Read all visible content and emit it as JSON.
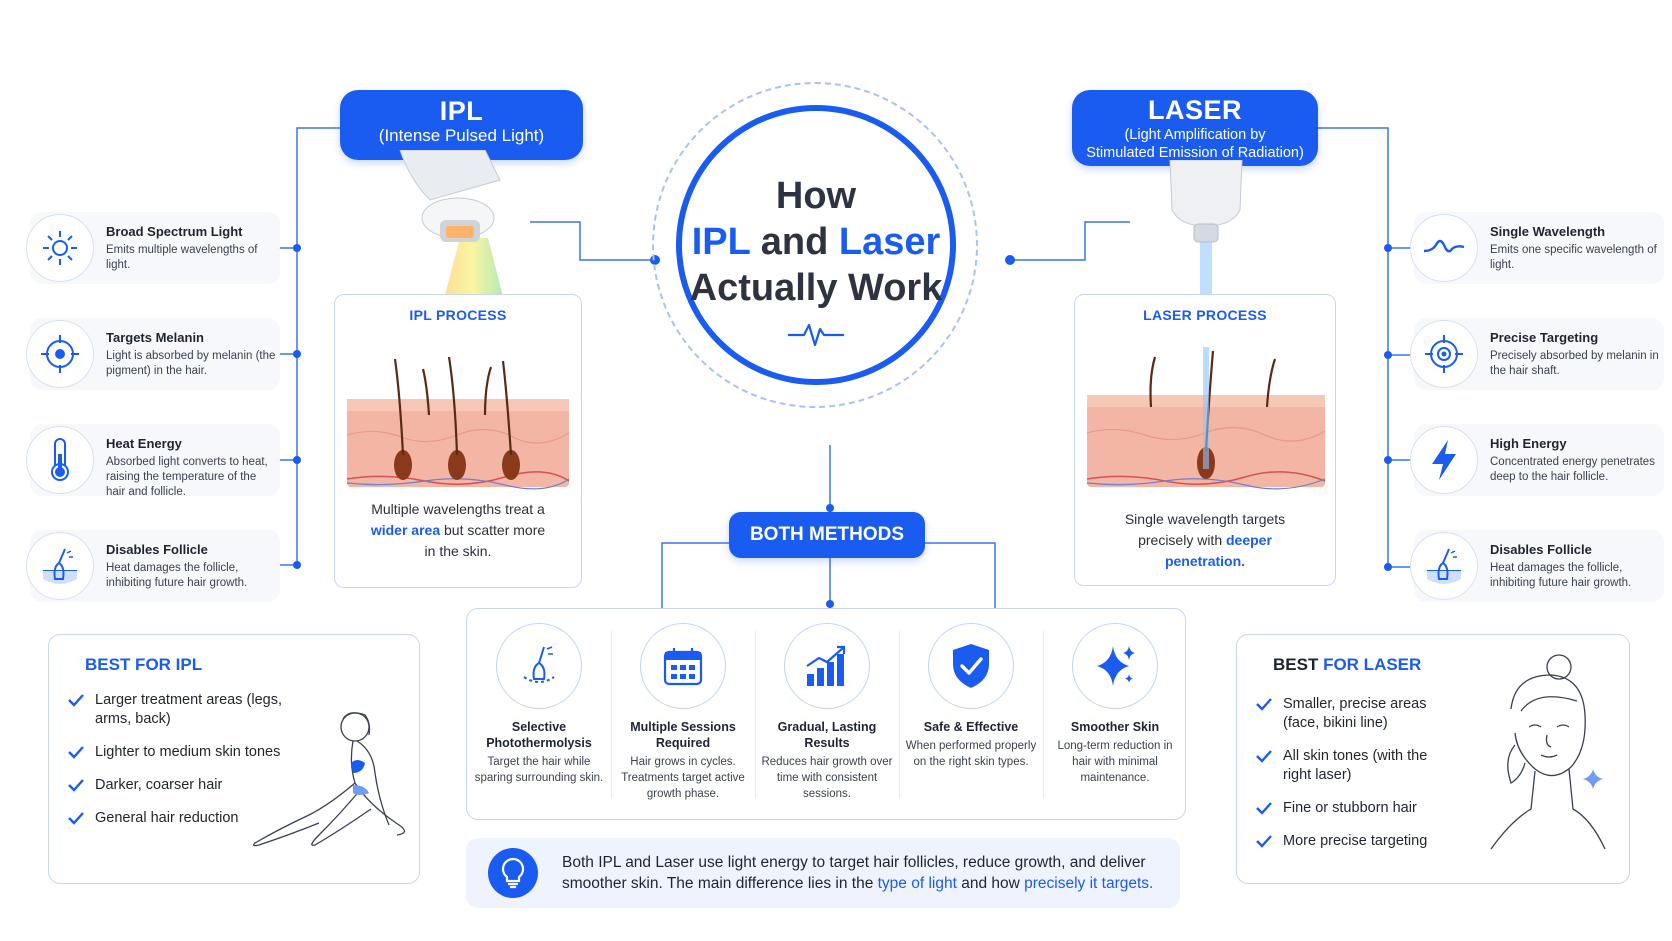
{
  "center": {
    "line1": "How",
    "line2_a": "IPL",
    "line2_b": "and",
    "line2_c": "Laser",
    "line3": "Actually Work"
  },
  "ipl": {
    "title": "IPL",
    "subtitle": "(Intense Pulsed Light)",
    "process_heading": "IPL PROCESS",
    "process_text_a": "Multiple wavelengths treat a",
    "process_text_b": "wider area",
    "process_text_c": "but scatter more",
    "process_text_d": "in the skin.",
    "features": [
      {
        "title": "Broad Spectrum Light",
        "desc": "Emits multiple wavelengths of light.",
        "icon": "sun-icon"
      },
      {
        "title": "Targets Melanin",
        "desc": "Light is absorbed by melanin (the pigment) in the hair.",
        "icon": "target-icon"
      },
      {
        "title": "Heat Energy",
        "desc": "Absorbed light converts to heat, raising the temperature of the hair and follicle.",
        "icon": "thermometer-icon"
      },
      {
        "title": "Disables Follicle",
        "desc": "Heat damages the follicle, inhibiting future hair growth.",
        "icon": "follicle-icon"
      }
    ],
    "best_heading": "BEST FOR IPL",
    "best_items": [
      "Larger treatment areas (legs, arms, back)",
      "Lighter to medium skin tones",
      "Darker, coarser hair",
      "General hair reduction"
    ]
  },
  "laser": {
    "title": "LASER",
    "subtitle_1": "(Light Amplification by",
    "subtitle_2": "Stimulated Emission of Radiation)",
    "process_heading": "LASER PROCESS",
    "process_text_a": "Single wavelength targets",
    "process_text_b": "precisely with",
    "process_text_c": "deeper",
    "process_text_d": "penetration.",
    "features": [
      {
        "title": "Single Wavelength",
        "desc": "Emits one specific wavelength of light.",
        "icon": "wave-icon"
      },
      {
        "title": "Precise Targeting",
        "desc": "Precisely absorbed by melanin in the hair shaft.",
        "icon": "crosshair-icon"
      },
      {
        "title": "High Energy",
        "desc": "Concentrated energy penetrates deep to the hair follicle.",
        "icon": "lightning-icon"
      },
      {
        "title": "Disables Follicle",
        "desc": "Heat damages the follicle, inhibiting future hair growth.",
        "icon": "follicle-icon"
      }
    ],
    "best_heading_a": "BEST",
    "best_heading_b": "FOR LASER",
    "best_items": [
      "Smaller, precise areas (face, bikini line)",
      "All skin tones (with the right laser)",
      "Fine or stubborn hair",
      "More precise targeting"
    ]
  },
  "both": {
    "label": "BOTH METHODS",
    "items": [
      {
        "title": "Selective Photothermolysis",
        "desc": "Target the hair while sparing surrounding skin.",
        "icon": "follicle-beam-icon"
      },
      {
        "title": "Multiple Sessions Required",
        "desc": "Hair grows in cycles. Treatments target active growth phase.",
        "icon": "calendar-icon"
      },
      {
        "title": "Gradual, Lasting Results",
        "desc": "Reduces hair growth over time with consistent sessions.",
        "icon": "growth-chart-icon"
      },
      {
        "title": "Safe & Effective",
        "desc": "When performed properly on the right skin types.",
        "icon": "shield-check-icon"
      },
      {
        "title": "Smoother Skin",
        "desc": "Long-term reduction in hair with minimal maintenance.",
        "icon": "sparkle-icon"
      }
    ]
  },
  "note": {
    "a": "Both IPL and Laser use light energy to target hair follicles, reduce growth, and deliver smoother skin. The main difference lies in the",
    "b": "type of light",
    "c": "and how",
    "d": "precisely it targets."
  },
  "colors": {
    "accent": "#1a5cf0",
    "skin": "#f4b6a4",
    "follicle": "#8a3a1a"
  }
}
